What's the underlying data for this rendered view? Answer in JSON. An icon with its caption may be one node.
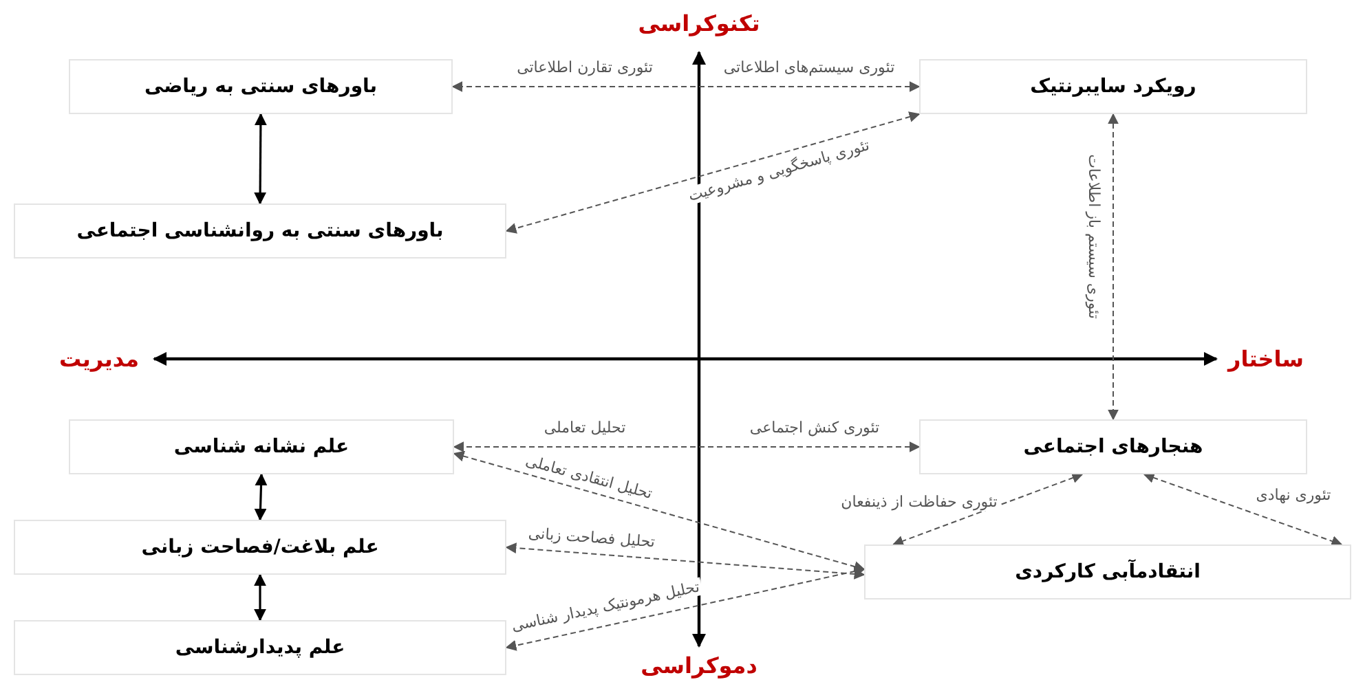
{
  "diagram": {
    "nodes": [
      {
        "text": [
          "باورهای سنتی به ریاضی"
        ]
      },
      {
        "text": [
          "رویکرد سایبرنتیک"
        ]
      },
      {
        "text": [
          "باورهای سنتی به روانشناسی اجتماعی"
        ]
      },
      {
        "text": [
          "علم نشانه شناسی"
        ]
      },
      {
        "text": [
          "هنجارهای اجتماعی"
        ]
      },
      {
        "text": [
          "علم بلاغت/فصاحت زبانی"
        ]
      },
      {
        "text": [
          "انتقادمآبی کارکردی"
        ]
      },
      {
        "text": [
          "علم پدیدارشناسی"
        ]
      }
    ],
    "edges": [
      {
        "from": 1,
        "to": 0,
        "arrow": "both",
        "label": "تئوری تقارن اطلاعاتی",
        "style": "dashed"
      },
      {
        "from": 0,
        "to": 2,
        "arrow": "both",
        "color": "#000000"
      },
      {
        "from": 1,
        "to": 2,
        "arrow": "both",
        "label": "تئوری پاسخگویی و مشروعیت",
        "style": "dashed"
      },
      {
        "from": 1,
        "to": 4,
        "arrow": "both",
        "label": "تئوری سیستم باز اطلاعات",
        "style": "dashed"
      },
      {
        "from": 4,
        "to": 3,
        "arrow": "both",
        "label": "تحلیل تعاملی",
        "style": "dashed"
      },
      {
        "from": 4,
        "to": 6,
        "arrow": "both",
        "label": "تئوری حفاظت از ذینفعان",
        "style": "dashed"
      },
      {
        "from": 4,
        "to": 6,
        "arrow": "both",
        "label": "تئوری نهادی",
        "style": "dashed"
      },
      {
        "from": 6,
        "to": 3,
        "arrow": "both",
        "label": "تحلیل انتقادی تعاملی",
        "style": "dashed"
      },
      {
        "from": 6,
        "to": 5,
        "arrow": "both",
        "label": "تحلیل فصاحت زبانی",
        "style": "dashed"
      },
      {
        "from": 6,
        "to": 7,
        "arrow": "both",
        "label": "تحلیل هرمونتیک پدیدار شناسی",
        "style": "dashed"
      },
      {
        "from": 3,
        "to": 5,
        "arrow": "both",
        "color": "#000000"
      },
      {
        "from": 5,
        "to": 7,
        "arrow": "both",
        "color": "#000000"
      }
    ],
    "labels": [
      "تکنوکراسی",
      "مدیریت",
      "ساختار",
      "دموکراسی",
      "تئوری سیستم‌های اطلاعاتی",
      "تئوری کنش اجتماعی"
    ]
  }
}
